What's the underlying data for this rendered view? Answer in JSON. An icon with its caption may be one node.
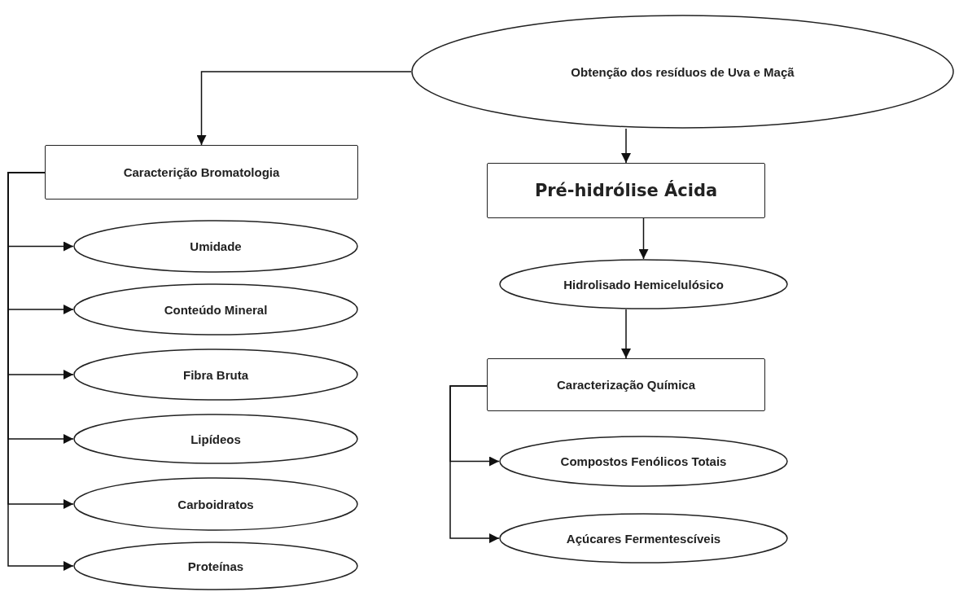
{
  "diagram": {
    "nodes": [
      {
        "text": [
          "Obtenção dos resíduos de Uva e Maçã"
        ]
      },
      {
        "text": [
          "Caracterição Bromatologia"
        ]
      },
      {
        "text": [
          "Pré-hidrólise Ácida"
        ]
      },
      {
        "text": [
          "Umidade"
        ]
      },
      {
        "text": [
          "Hidrolisado Hemicelulósico"
        ]
      },
      {
        "text": [
          "Conteúdo Mineral"
        ]
      },
      {
        "text": [
          "Fibra Bruta"
        ]
      },
      {
        "text": [
          "Caracterização Química"
        ]
      },
      {
        "text": [
          "Lipídeos"
        ]
      },
      {
        "text": [
          "Compostos Fenólicos Totais"
        ]
      },
      {
        "text": [
          "Carboidratos"
        ]
      },
      {
        "text": [
          "Açúcares Fermentescíveis"
        ]
      },
      {
        "text": [
          "Proteínas"
        ]
      }
    ],
    "edges": [
      {
        "from": 0,
        "to": 1,
        "arrow": "to"
      },
      {
        "from": 0,
        "to": 2,
        "arrow": "to"
      },
      {
        "from": 2,
        "to": 4,
        "arrow": "to"
      },
      {
        "from": 4,
        "to": 7,
        "arrow": "to"
      },
      {
        "from": 1,
        "to": 3,
        "arrow": "to"
      },
      {
        "from": 1,
        "to": 5,
        "arrow": "to"
      },
      {
        "from": 1,
        "to": 6,
        "arrow": "to"
      },
      {
        "from": 1,
        "to": 8,
        "arrow": "to"
      },
      {
        "from": 1,
        "to": 10,
        "arrow": "to"
      },
      {
        "from": 1,
        "to": 12,
        "arrow": "to"
      },
      {
        "from": 7,
        "to": 9,
        "arrow": "to"
      },
      {
        "from": 7,
        "to": 11,
        "arrow": "to"
      }
    ]
  }
}
